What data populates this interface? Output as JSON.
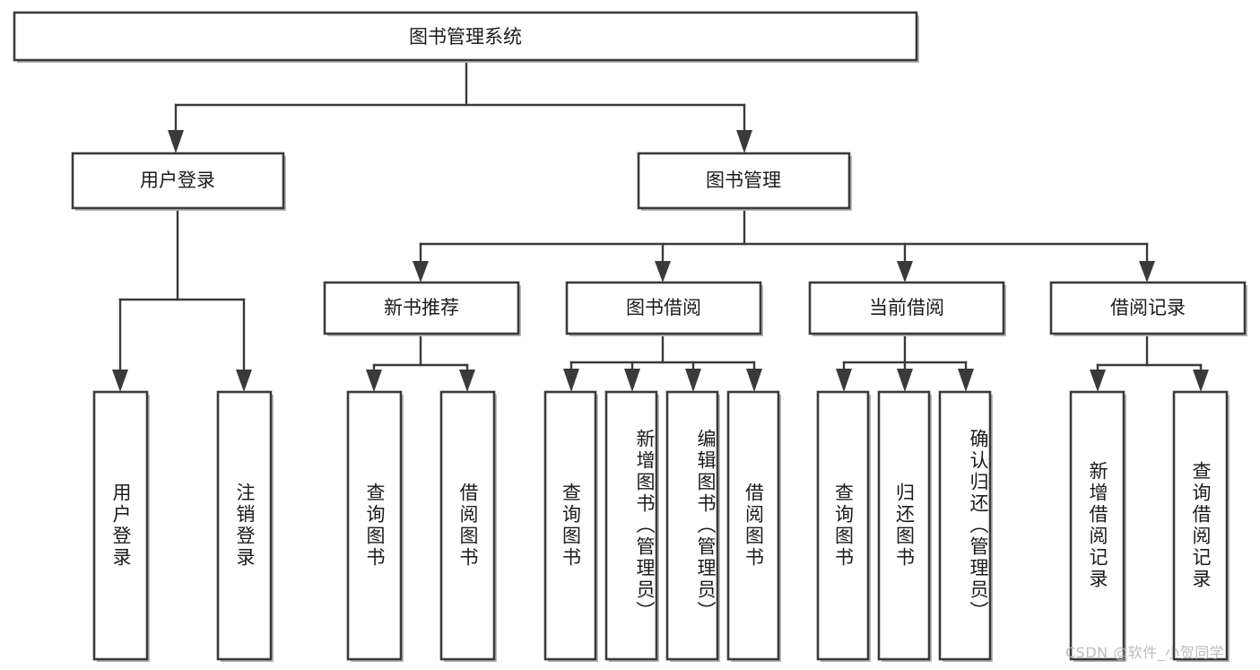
{
  "diagram": {
    "title": "图书管理系统",
    "type": "tree-hierarchy-flowchart",
    "orientation": "top-down",
    "root": {
      "id": "root",
      "label": "图书管理系统",
      "text_direction": "horizontal"
    },
    "level1": [
      {
        "id": "user-login",
        "label": "用户登录",
        "text_direction": "horizontal"
      },
      {
        "id": "book-manage",
        "label": "图书管理",
        "text_direction": "horizontal"
      }
    ],
    "level2": [
      {
        "id": "new-book-rec",
        "label": "新书推荐",
        "parent": "book-manage",
        "text_direction": "horizontal"
      },
      {
        "id": "book-borrow",
        "label": "图书借阅",
        "parent": "book-manage",
        "text_direction": "horizontal"
      },
      {
        "id": "current-borrow",
        "label": "当前借阅",
        "parent": "book-manage",
        "text_direction": "horizontal"
      },
      {
        "id": "borrow-record",
        "label": "借阅记录",
        "parent": "book-manage",
        "text_direction": "horizontal"
      }
    ],
    "leaves": [
      {
        "id": "leaf-user-login",
        "label": "用户登录",
        "parent": "user-login",
        "text_direction": "vertical"
      },
      {
        "id": "leaf-logout-login",
        "label": "注销登录",
        "parent": "user-login",
        "text_direction": "vertical"
      },
      {
        "id": "leaf-query-book-1",
        "label": "查询图书",
        "parent": "new-book-rec",
        "text_direction": "vertical"
      },
      {
        "id": "leaf-borrow-book-1",
        "label": "借阅图书",
        "parent": "new-book-rec",
        "text_direction": "vertical"
      },
      {
        "id": "leaf-query-book-2",
        "label": "查询图书",
        "parent": "book-borrow",
        "text_direction": "vertical"
      },
      {
        "id": "leaf-add-book",
        "label": "新增图书（管理员）",
        "parent": "book-borrow",
        "text_direction": "vertical"
      },
      {
        "id": "leaf-edit-book",
        "label": "编辑图书（管理员）",
        "parent": "book-borrow",
        "text_direction": "vertical"
      },
      {
        "id": "leaf-borrow-book-2",
        "label": "借阅图书",
        "parent": "book-borrow",
        "text_direction": "vertical"
      },
      {
        "id": "leaf-query-book-3",
        "label": "查询图书",
        "parent": "current-borrow",
        "text_direction": "vertical"
      },
      {
        "id": "leaf-return-book",
        "label": "归还图书",
        "parent": "current-borrow",
        "text_direction": "vertical"
      },
      {
        "id": "leaf-confirm-return",
        "label": "确认归还（管理员）",
        "parent": "current-borrow",
        "text_direction": "vertical"
      },
      {
        "id": "leaf-add-record",
        "label": "新增借阅记录",
        "parent": "borrow-record",
        "text_direction": "vertical"
      },
      {
        "id": "leaf-query-record",
        "label": "查询借阅记录",
        "parent": "borrow-record",
        "text_direction": "vertical"
      }
    ]
  },
  "watermark": {
    "text": "CSDN @软件_小贺同学"
  },
  "colors": {
    "box_stroke": "#3a3a3a",
    "box_fill": "#ffffff",
    "connector": "#3a3a3a",
    "text": "#1b1b1b",
    "background": "#ffffff",
    "watermark": "#bdbdbd"
  }
}
